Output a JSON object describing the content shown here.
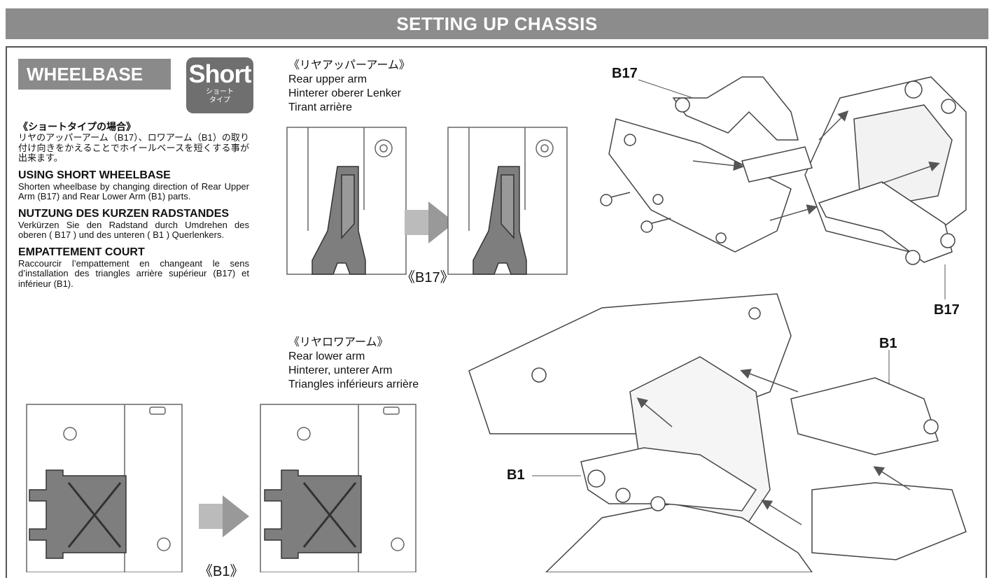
{
  "header": {
    "title": "SETTING UP CHASSIS"
  },
  "section": {
    "label": "WHEELBASE",
    "badge_main": "Short",
    "badge_sub_line1": "ショート",
    "badge_sub_line2": "タイプ"
  },
  "instructions": {
    "jp_heading": "《ショートタイプの場合》",
    "jp_text": "リヤのアッパーアーム（B17）、ロワアーム（B1）の取り付け向きをかえることでホイールベースを短くする事が出来ます。",
    "en_heading": "USING SHORT WHEELBASE",
    "en_text": "Shorten wheelbase by changing direction of Rear Upper Arm (B17) and Rear Lower Arm (B1) parts.",
    "de_heading": "NUTZUNG DES KURZEN RADSTANDES",
    "de_text": "Verkürzen Sie den Radstand durch Umdrehen des oberen ( B17 ) und des unteren ( B1 ) Querlenkers.",
    "fr_heading": "EMPATTEMENT COURT",
    "fr_text": "Raccourcir l’empattement en changeant le sens d’installation des triangles arrière supérieur (B17) et inférieur (B1)."
  },
  "upper_arm": {
    "jp": "《リヤアッパーアーム》",
    "en": "Rear upper arm",
    "de": "Hinterer oberer Lenker",
    "fr": "Tirant arrière",
    "part": "《B17》"
  },
  "lower_arm": {
    "jp": "《リヤロワアーム》",
    "en": "Rear lower arm",
    "de": "Hinterer, unterer Arm",
    "fr": "Triangles inférieurs arrière",
    "part": "《B1》"
  },
  "callouts": {
    "b17_top": "B17",
    "b17_bottom": "B17",
    "b1_right": "B1",
    "b1_left": "B1"
  }
}
